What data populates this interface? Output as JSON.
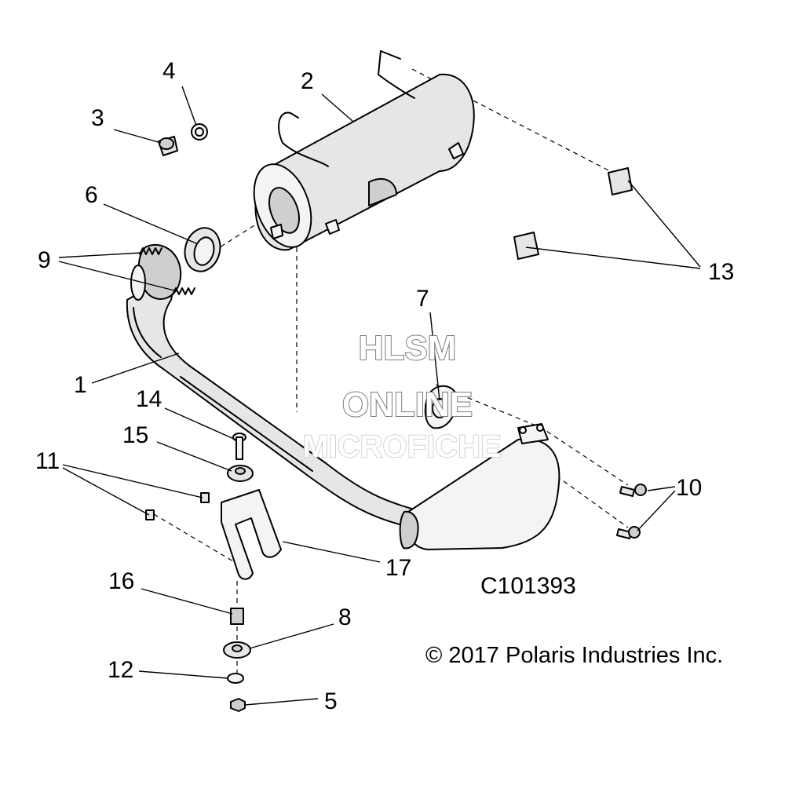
{
  "callouts": [
    {
      "id": "1",
      "label": "1"
    },
    {
      "id": "2",
      "label": "2"
    },
    {
      "id": "3",
      "label": "3"
    },
    {
      "id": "4",
      "label": "4"
    },
    {
      "id": "5",
      "label": "5"
    },
    {
      "id": "6",
      "label": "6"
    },
    {
      "id": "7",
      "label": "7"
    },
    {
      "id": "8",
      "label": "8"
    },
    {
      "id": "9",
      "label": "9"
    },
    {
      "id": "10",
      "label": "10"
    },
    {
      "id": "11",
      "label": "11"
    },
    {
      "id": "12",
      "label": "12"
    },
    {
      "id": "13",
      "label": "13"
    },
    {
      "id": "14",
      "label": "14"
    },
    {
      "id": "15",
      "label": "15"
    },
    {
      "id": "16",
      "label": "16"
    },
    {
      "id": "17",
      "label": "17"
    }
  ],
  "diagram_code": "C101393",
  "copyright": "© 2017 Polaris Industries Inc.",
  "watermark": {
    "line1": "HLSM",
    "line2": "ONLINE",
    "line3": "MICROFICHE"
  }
}
